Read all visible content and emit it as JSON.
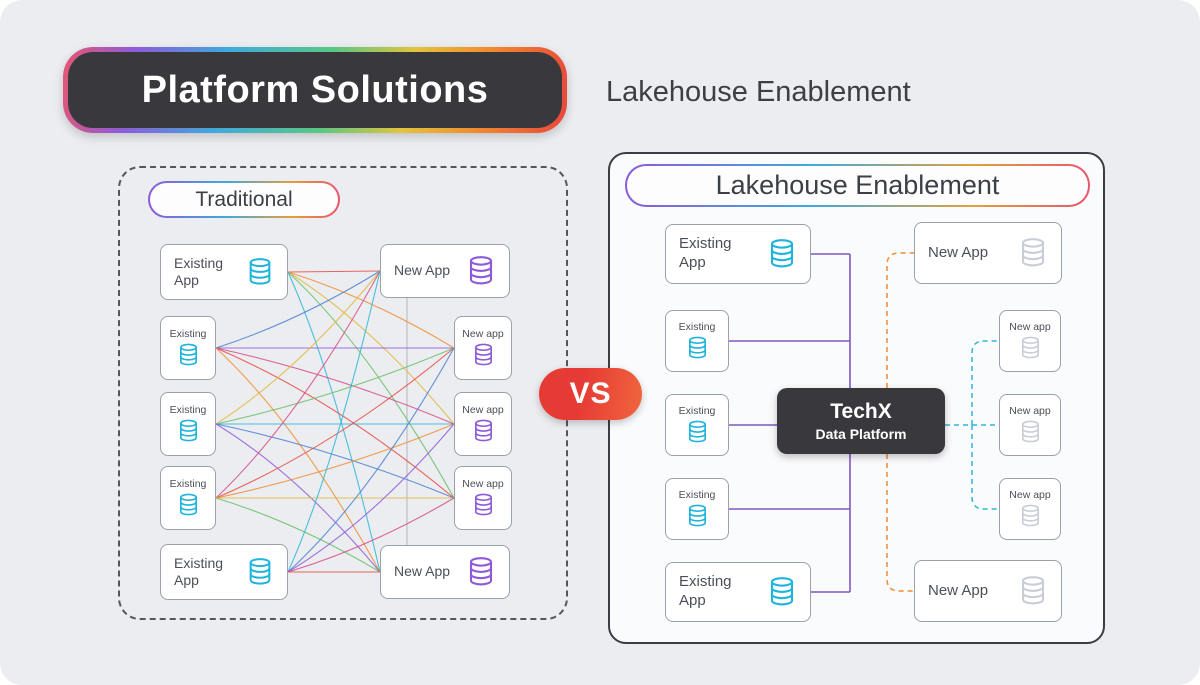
{
  "header": {
    "banner_title": "Platform Solutions",
    "subtitle": "Lakehouse Enablement"
  },
  "vs_label": "VS",
  "traditional": {
    "label": "Traditional",
    "existing_app_top": "Existing App",
    "existing_small": [
      "Existing",
      "Existing",
      "Existing"
    ],
    "existing_app_bottom": "Existing App",
    "new_app_top": "New App",
    "new_small": [
      "New app",
      "New app",
      "New app"
    ],
    "new_app_bottom": "New App"
  },
  "lakehouse": {
    "label": "Lakehouse Enablement",
    "existing_app_top": "Existing App",
    "existing_small": [
      "Existing",
      "Existing",
      "Existing"
    ],
    "existing_app_bottom": "Existing App",
    "new_app_top": "New App",
    "new_small": [
      "New app",
      "New app",
      "New app"
    ],
    "new_app_bottom": "New App",
    "platform": {
      "title": "TechX",
      "subtitle": "Data Platform"
    }
  },
  "colors": {
    "existing_icon": "#1fb4dc",
    "new_icon_traditional": "#8e5bd8",
    "new_icon_lakehouse": "#c9ced6",
    "solid_connector": "#7e57c2",
    "dashed_orange": "#f08c2e",
    "dashed_cyan": "#2eb6d9",
    "spaghetti": [
      "#e64a45",
      "#f08c2e",
      "#e2b93b",
      "#6abf69",
      "#2eb6d9",
      "#4a7fd4",
      "#8e5bd8",
      "#d84a8a"
    ]
  }
}
